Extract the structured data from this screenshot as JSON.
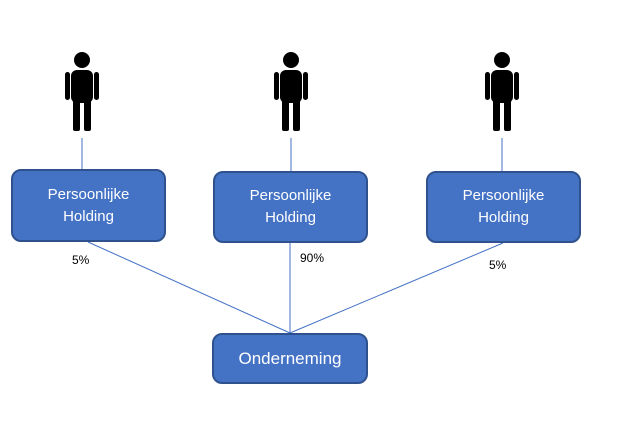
{
  "shareholders": [
    {
      "icon": "person-icon",
      "holding_line1": "Persoonlijke",
      "holding_line2": "Holding",
      "share": "5%"
    },
    {
      "icon": "person-icon",
      "holding_line1": "Persoonlijke",
      "holding_line2": "Holding",
      "share": "90%"
    },
    {
      "icon": "person-icon",
      "holding_line1": "Persoonlijke",
      "holding_line2": "Holding",
      "share": "5%"
    }
  ],
  "company": {
    "label": "Onderneming"
  },
  "colors": {
    "box_fill": "#4472c4",
    "box_border": "#2f528f",
    "connector": "#4472c4",
    "person": "#000000"
  }
}
